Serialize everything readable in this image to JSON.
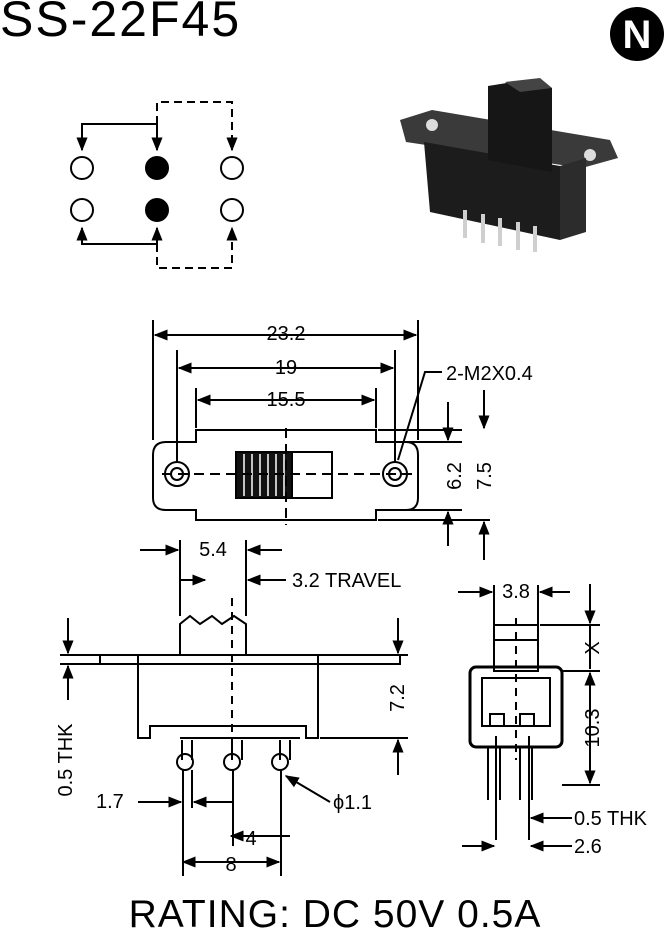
{
  "header": {
    "model": "SS-22F45"
  },
  "logo": {
    "letter": "N"
  },
  "dimensions": {
    "overall_length": "23.2",
    "mount_hole_pitch": "19",
    "body_length": "15.5",
    "mount_hole_spec": "2-M2X0.4",
    "body_height": "6.2",
    "plate_height": "7.5",
    "actuator_width": "5.4",
    "travel": "3.2 TRAVEL",
    "plate_thickness": "0.5 THK",
    "body_depth": "7.2",
    "pin_offset": "1.7",
    "pin_diameter": "ϕ1.1",
    "pin_pitch": "4",
    "pin_span": "8",
    "actuator_depth": "3.8",
    "actuator_extension": "X",
    "end_height": "10.3",
    "pin_thickness": "0.5 THK",
    "pin_row_spacing": "2.6"
  },
  "footer": {
    "rating": "RATING: DC 50V 0.5A"
  }
}
